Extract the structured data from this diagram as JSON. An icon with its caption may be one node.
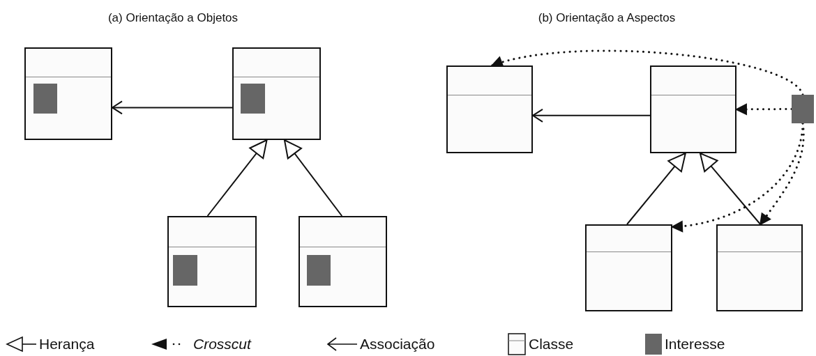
{
  "diagram": {
    "nodes": [
      {
        "text": [],
        "shape": "box"
      },
      {
        "text": [],
        "shape": "square",
        "in": 0
      },
      {
        "text": [],
        "shape": "box"
      },
      {
        "text": [],
        "shape": "square",
        "in": 2
      },
      {
        "text": [],
        "shape": "box"
      },
      {
        "text": [],
        "shape": "square",
        "in": 4
      },
      {
        "text": [],
        "shape": "box"
      },
      {
        "text": [],
        "shape": "square",
        "in": 6
      },
      {
        "text": [],
        "shape": "box"
      },
      {
        "text": [],
        "shape": "box"
      },
      {
        "text": [],
        "shape": "square"
      },
      {
        "text": [],
        "shape": "box"
      },
      {
        "text": [],
        "shape": "box"
      }
    ],
    "edges": [
      {
        "from": 2,
        "to": 0,
        "arrow": "to"
      },
      {
        "from": 4,
        "to": 2,
        "arrow": "to"
      },
      {
        "from": 6,
        "to": 2,
        "arrow": "to"
      },
      {
        "from": 9,
        "to": 8,
        "arrow": "to"
      },
      {
        "from": 11,
        "to": 9,
        "arrow": "to"
      },
      {
        "from": 12,
        "to": 9,
        "arrow": "to"
      },
      {
        "from": 10,
        "to": 8,
        "arrow": "to",
        "style": "dashed"
      },
      {
        "from": 10,
        "to": 9,
        "arrow": "to",
        "style": "dashed"
      },
      {
        "from": 10,
        "to": 11,
        "arrow": "to",
        "style": "dashed"
      },
      {
        "from": 10,
        "to": 12,
        "arrow": "to",
        "style": "dashed"
      }
    ],
    "labels": [
      "(a) Orientação a Objetos",
      "(b) Orientação a Aspectos"
    ],
    "legend": [
      {
        "text": "Herança"
      },
      {
        "text": "Crosscut"
      },
      {
        "text": "Associação"
      },
      {
        "text": "Classe"
      },
      {
        "text": "Interesse",
        "color": "#666666"
      }
    ]
  }
}
